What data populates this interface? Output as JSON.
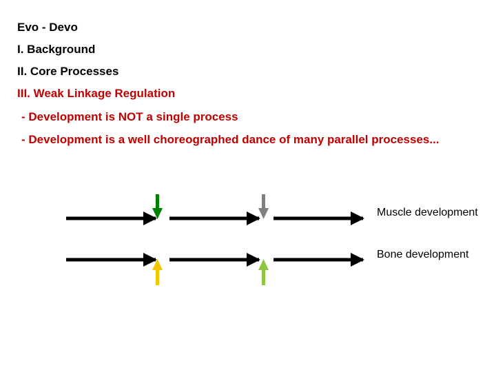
{
  "outline": {
    "title": "Evo - Devo",
    "item1": "I. Background",
    "item2": "II. Core Processes",
    "item3": "III. Weak Linkage Regulation",
    "point1": "- Development is NOT a single process",
    "point2": "-  Development is a well choreographed dance of many parallel processes..."
  },
  "diagram": {
    "muscle_label": "Muscle development",
    "bone_label": "Bone development",
    "colors": {
      "process_arrow": "#000000",
      "signal_green": "#008000",
      "signal_gray": "#808080",
      "signal_yellow": "#f5c400",
      "signal_lightgreen": "#8cc63f"
    }
  }
}
